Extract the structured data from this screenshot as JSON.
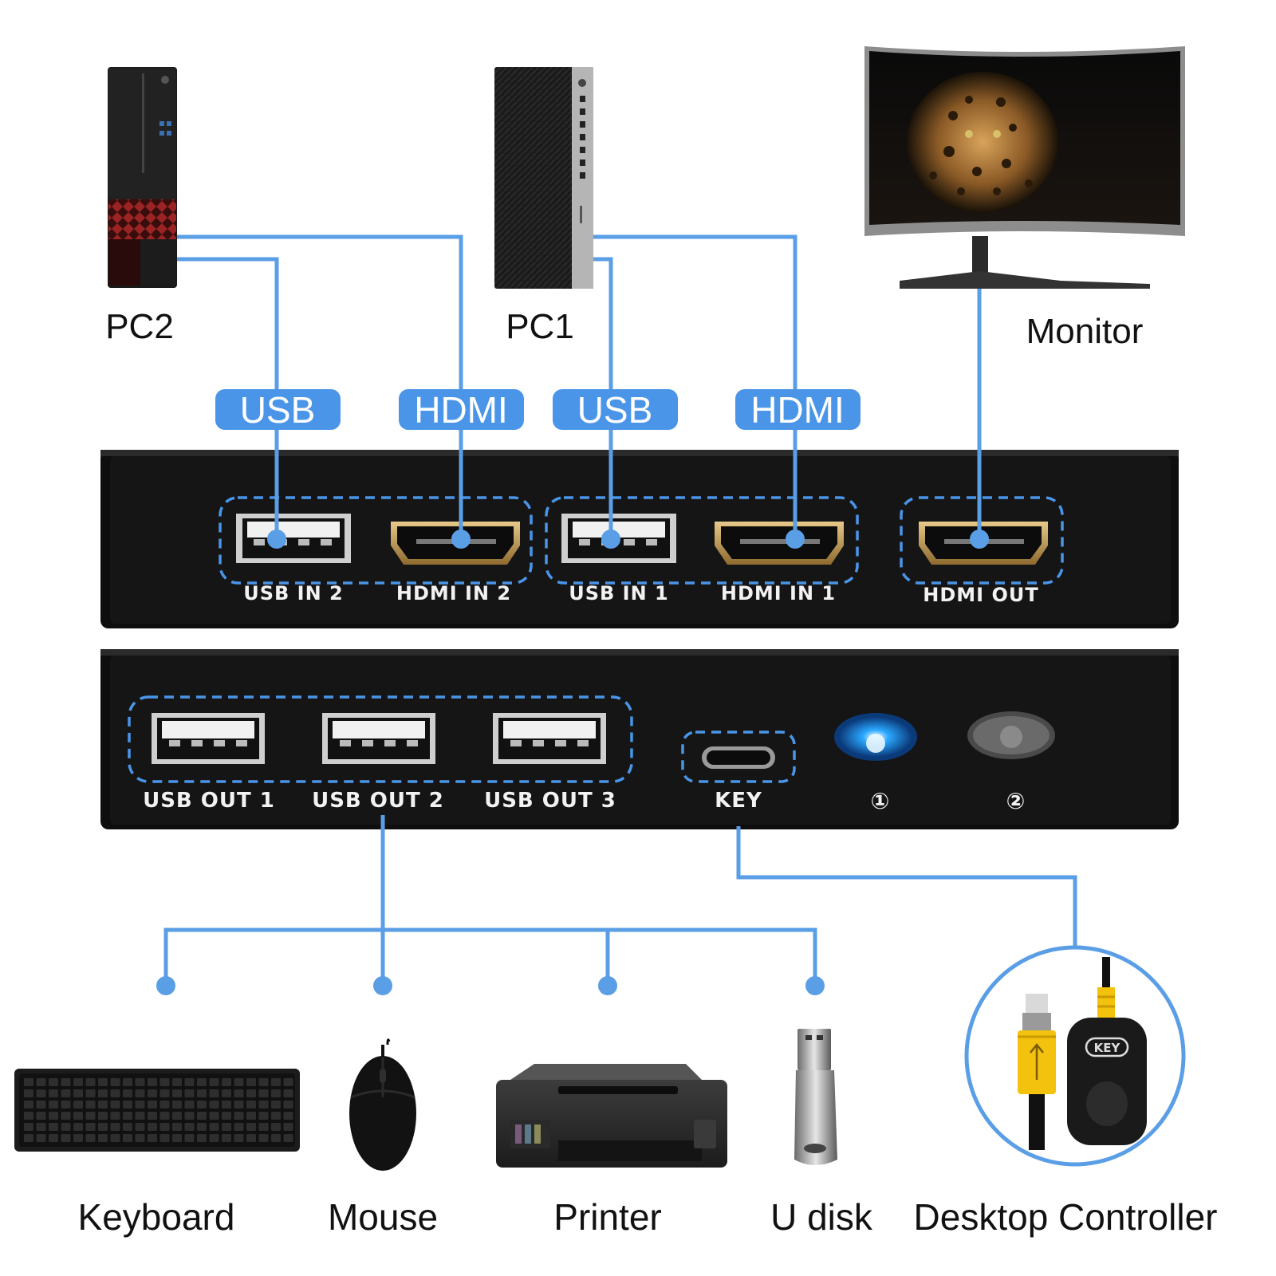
{
  "devices": {
    "pc2": {
      "label": "PC2"
    },
    "pc1": {
      "label": "PC1"
    },
    "monitor": {
      "label": "Monitor"
    }
  },
  "cable_tags": [
    "USB",
    "HDMI",
    "USB",
    "HDMI"
  ],
  "front_panel": {
    "ports": [
      "USB IN 2",
      "HDMI IN 2",
      "USB IN 1",
      "HDMI IN 1",
      "HDMI OUT"
    ]
  },
  "rear_panel": {
    "ports": [
      "USB OUT 1",
      "USB OUT 2",
      "USB OUT 3",
      "KEY"
    ],
    "indicators": [
      "①",
      "②"
    ],
    "active_indicator": "①"
  },
  "peripherals": [
    "Keyboard",
    "Mouse",
    "Printer",
    "U disk",
    "Desktop Controller"
  ],
  "controller": {
    "badge": "KEY"
  },
  "colors": {
    "line": "#5a9ee6",
    "pill": "#4a95e8",
    "panel": "#141414",
    "led_on": "#2aa8ff",
    "led_off": "#6a6a6a",
    "pc2_accent": "#8a1f1f",
    "cable_yellow": "#f2c20e"
  },
  "icons": [
    "tower-pc-icon",
    "tower-pc-icon",
    "curved-monitor-icon",
    "keyboard-icon",
    "mouse-icon",
    "printer-icon",
    "usb-flash-drive-icon",
    "desktop-controller-icon"
  ]
}
